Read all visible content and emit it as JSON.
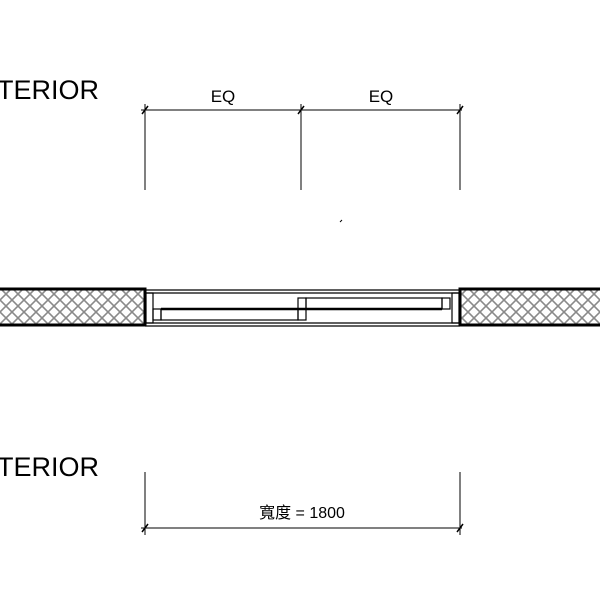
{
  "labels": {
    "top_side": "TERIOR",
    "bottom_side": "TERIOR"
  },
  "dimensions": {
    "top_left": "EQ",
    "top_right": "EQ",
    "bottom_width": "寬度 = 1800"
  },
  "colors": {
    "line": "#000000",
    "hatch": "#8a8a8a"
  }
}
